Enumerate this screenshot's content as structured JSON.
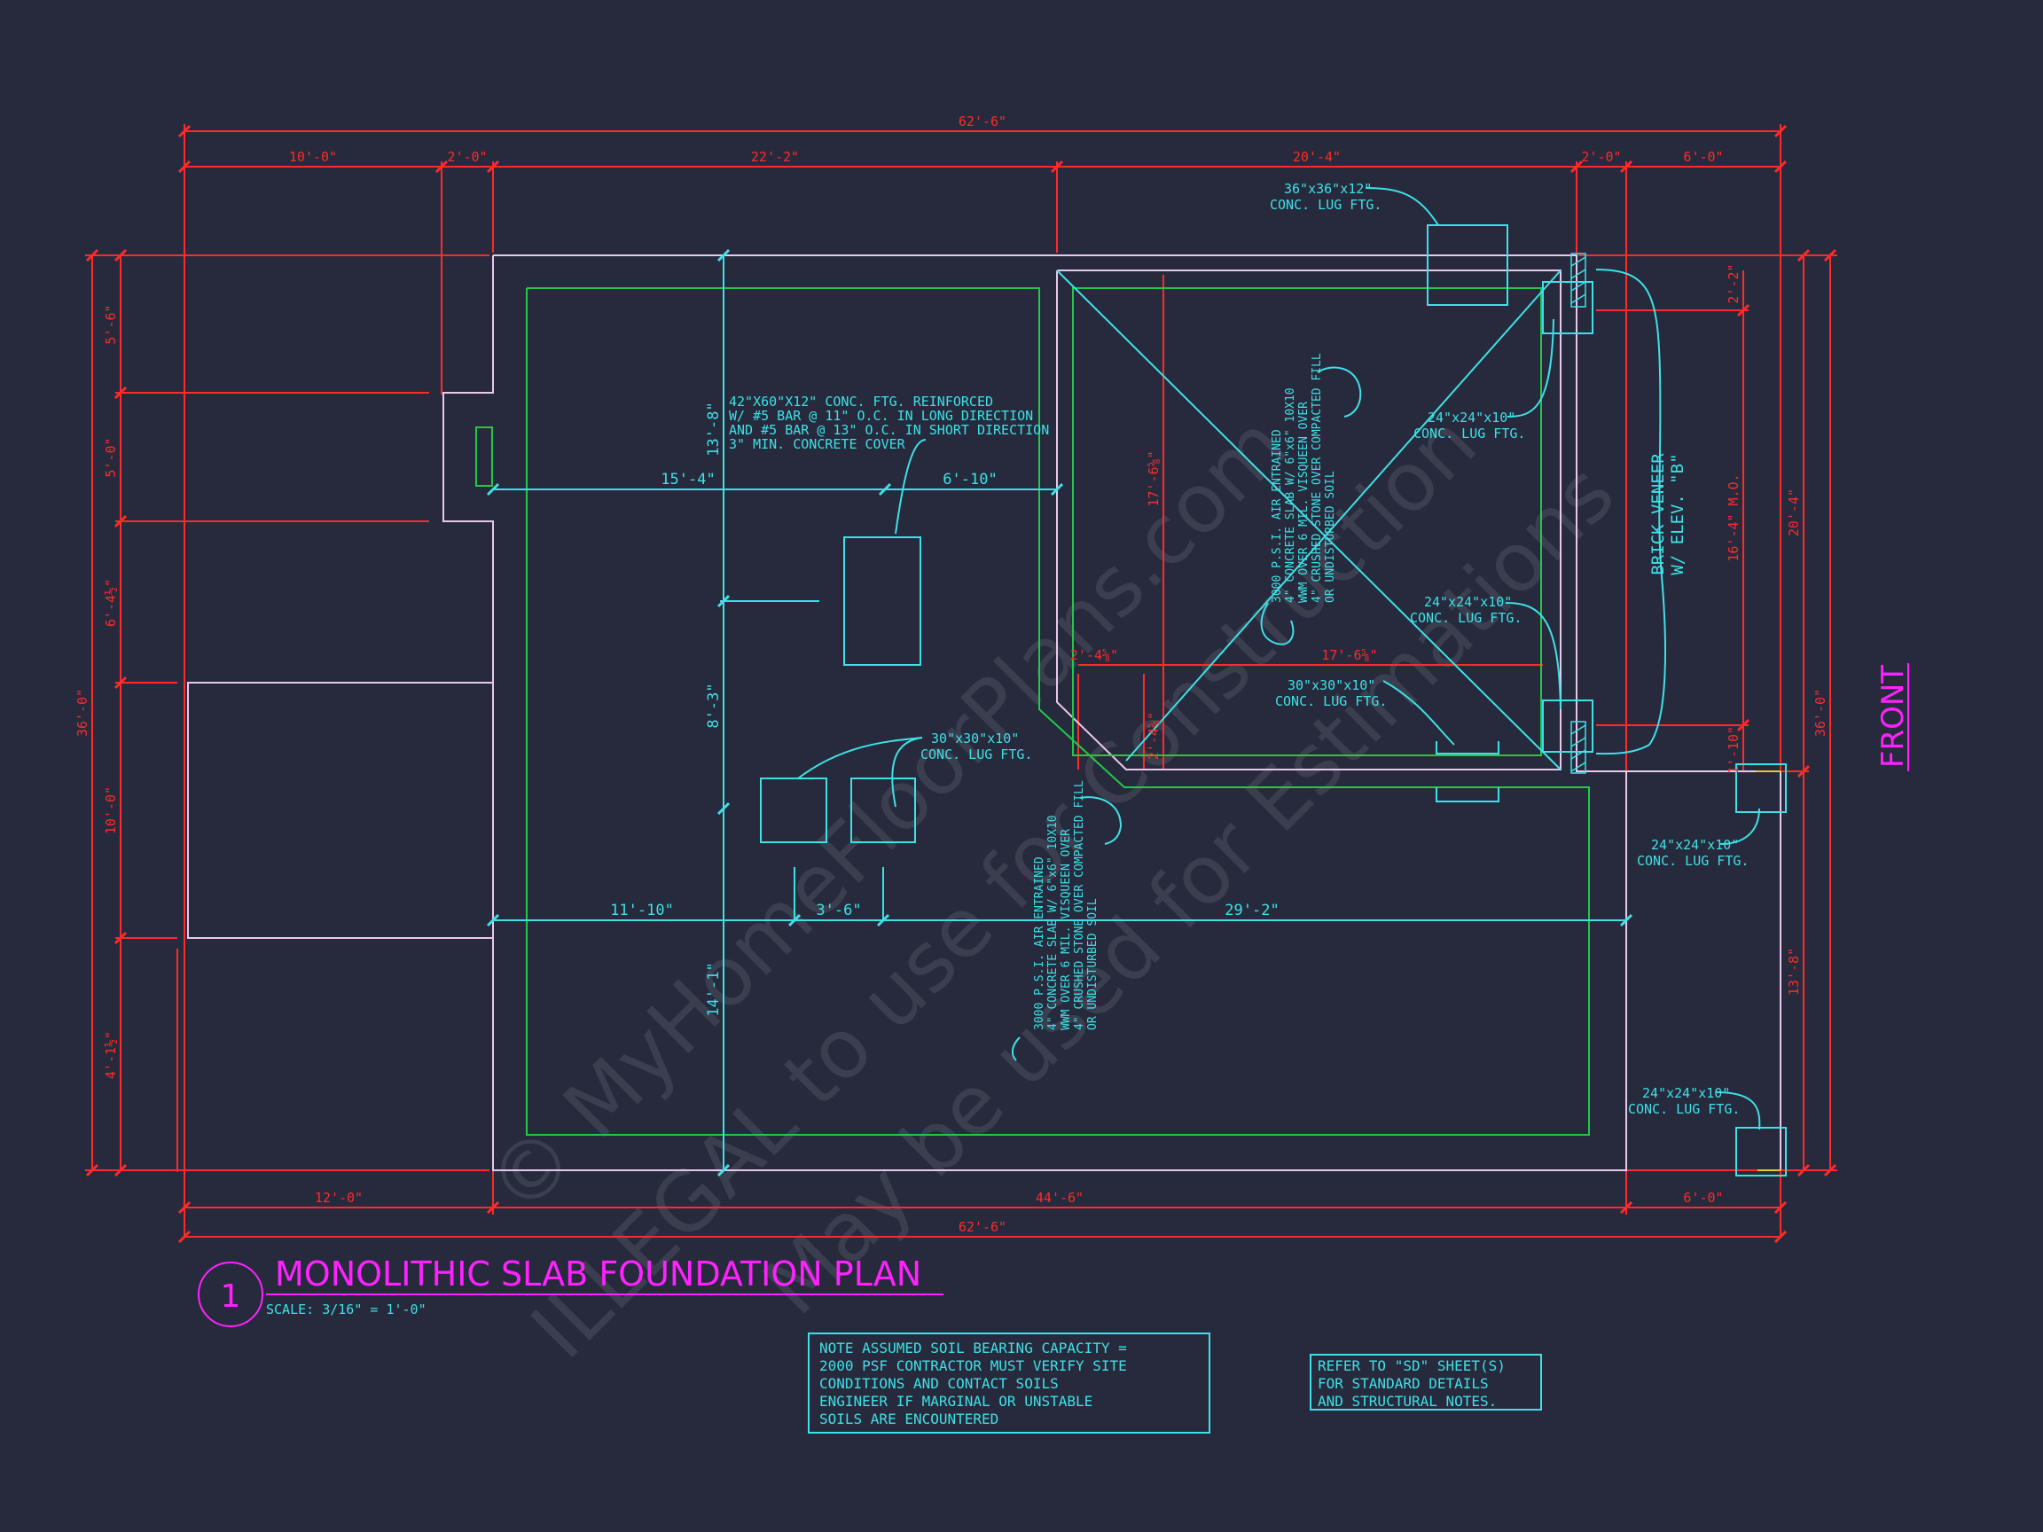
{
  "colors": {
    "background": "#262a3c",
    "dimension": "#ff2a2a",
    "annotation": "#3fe0e6",
    "slab_outline": "#e8c8ec",
    "slab_inner": "#22c84a",
    "title": "#ff22ff"
  },
  "top_dims": {
    "overall": "62'-6\"",
    "d1": "10'-0\"",
    "d2": "2'-0\"",
    "d3": "22'-2\"",
    "d4": "20'-4\"",
    "d5": "2'-0\"",
    "d6": "6'-0\""
  },
  "left_dims": {
    "overall": "36'-0\"",
    "d1": "5'-6\"",
    "d2": "5'-0\"",
    "d3": "6'-4½\"",
    "d4": "10'-0\"",
    "d5": "4'-1½\""
  },
  "bottom_dims": {
    "d1": "12'-0\"",
    "d2": "44'-6\"",
    "d3": "6'-0\"",
    "overall": "62'-6\""
  },
  "right_dims": {
    "d1": "2'-2\"",
    "d2": "16'-4\" M.O.",
    "d3": "20'-4\"",
    "d4": "1'-10\"",
    "d5": "13'-8\"",
    "overall": "36'-0\""
  },
  "interior_dims": {
    "h1": "15'-4\"",
    "h2": "6'-10\"",
    "h3": "11'-10\"",
    "h4": "3'-6\"",
    "h5": "29'-2\"",
    "v1": "13'-8\"",
    "v2": "8'-3\"",
    "v3": "14'-1\"",
    "v4": "17'-6⅝\"",
    "v5": "2'-4⅝\"",
    "g1": "2'-4⅝\"",
    "g2": "17'-6⅝\""
  },
  "notes": {
    "footing_main": [
      "42\"X60\"X12\" CONC. FTG. REINFORCED",
      "W/ #5 BAR @ 11\" O.C. IN LONG DIRECTION",
      "AND #5 BAR @ 13\" O.C. IN SHORT DIRECTION",
      "3\" MIN. CONCRETE COVER"
    ],
    "lug_36": [
      "36\"x36\"x12\"",
      "CONC. LUG FTG."
    ],
    "lug_24_a": [
      "24\"x24\"x10\"",
      "CONC. LUG FTG."
    ],
    "lug_24_b": [
      "24\"x24\"x10\"",
      "CONC. LUG FTG."
    ],
    "lug_30_a": [
      "30\"x30\"x10\"",
      "CONC. LUG FTG."
    ],
    "lug_30_b": [
      "30\"x30\"x10\"",
      "CONC. LUG FTG."
    ],
    "lug_24_c": [
      "24\"x24\"x10\"",
      "CONC. LUG FTG."
    ],
    "lug_24_d": [
      "24\"x24\"x10\"",
      "CONC. LUG FTG."
    ],
    "slab_note": [
      "3000 P.S.I. AIR ENTRAINED",
      "4\" CONCRETE SLAB W/ 6\"x6\" 10X10",
      "WWM OVER 6 MIL. VISQUEEN OVER",
      "4\" CRUSHED STONE OVER COMPACTED FILL",
      "OR UNDISTURBED SOIL"
    ],
    "brick_veneer": [
      "BRICK VENEER",
      "W/ ELEV. \"B\""
    ],
    "soil_note": [
      "NOTE ASSUMED SOIL BEARING CAPACITY =",
      "2000 PSF CONTRACTOR MUST VERIFY SITE",
      "CONDITIONS AND CONTACT SOILS",
      "ENGINEER IF MARGINAL OR UNSTABLE",
      "SOILS ARE ENCOUNTERED"
    ],
    "sd_note": [
      "REFER TO \"SD\" SHEET(S)",
      "FOR STANDARD DETAILS",
      "AND STRUCTURAL NOTES."
    ]
  },
  "front_label": "FRONT",
  "title": {
    "number": "1",
    "text": "MONOLITHIC SLAB FOUNDATION PLAN",
    "scale": "SCALE: 3/16\" = 1'-0\""
  },
  "watermark": {
    "line1": "© MyHomeFloorPlans.com",
    "line2": "ILLEGAL to use for Construction",
    "line3": "May be used for Estimations"
  }
}
